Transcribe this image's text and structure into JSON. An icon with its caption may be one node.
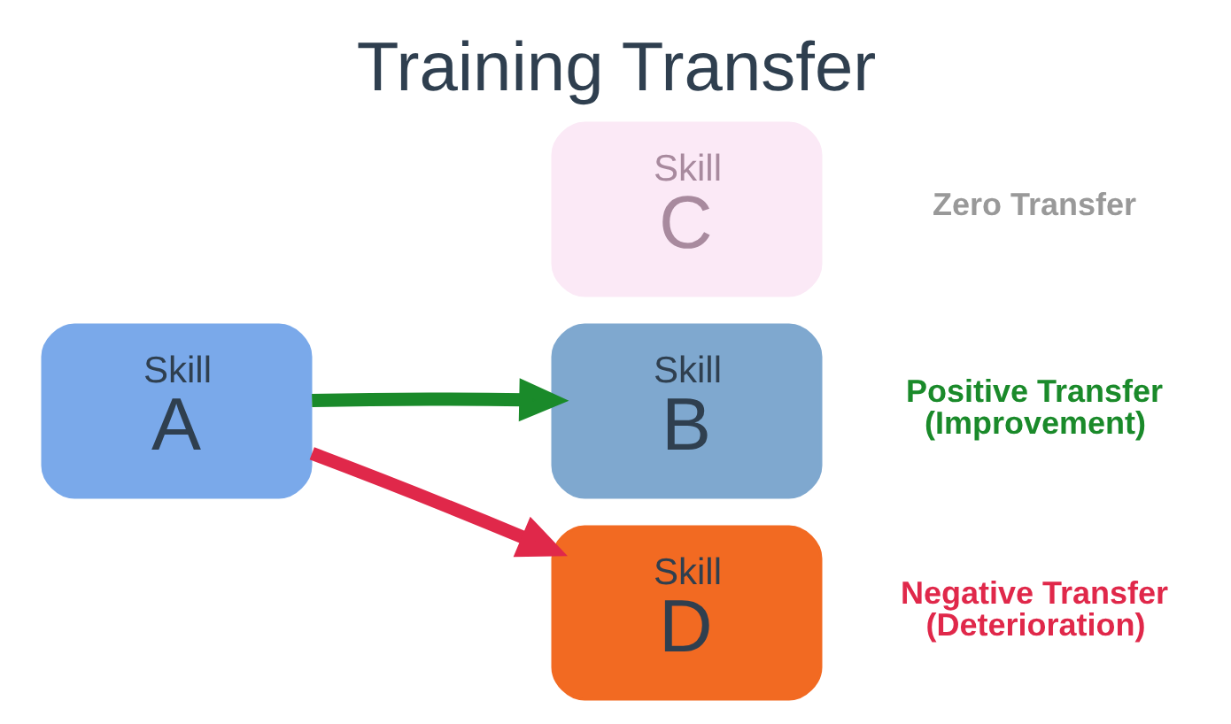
{
  "diagram": {
    "title": "Training Transfer",
    "nodes": [
      {
        "text": [
          "Skill",
          "A"
        ]
      },
      {
        "text": [
          "Skill",
          "C"
        ],
        "beside": [
          "Zero Transfer"
        ]
      },
      {
        "text": [
          "Skill",
          "B"
        ],
        "beside": [
          "Positive Transfer",
          "(Improvement)"
        ]
      },
      {
        "text": [
          "Skill",
          "D"
        ],
        "beside": [
          "Negative Transfer",
          "(Deterioration)"
        ]
      }
    ],
    "edges": [
      {
        "from": 0,
        "to": 2,
        "arrow": "to",
        "color": "#1a8a2a"
      },
      {
        "from": 0,
        "to": 3,
        "arrow": "to",
        "color": "#e0284a"
      }
    ]
  }
}
